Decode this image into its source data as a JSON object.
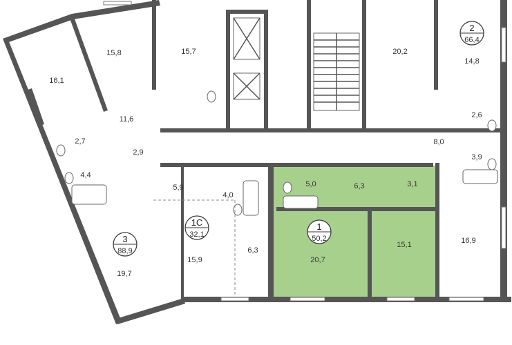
{
  "highlight_color": "#a8d08d",
  "apartments": [
    {
      "number": "2",
      "area": "66,4"
    },
    {
      "number": "3",
      "area": "88,9"
    },
    {
      "number": "1C",
      "area": "32,1"
    },
    {
      "number": "1",
      "area": "50,2"
    }
  ],
  "rooms": {
    "r161": "16,1",
    "r158": "15,8",
    "r157": "15,7",
    "r202": "20,2",
    "r148": "14,8",
    "r116": "11,6",
    "r27": "2,7",
    "r29": "2,9",
    "r44": "4,4",
    "r26": "2,6",
    "r80": "8,0",
    "r39": "3,9",
    "r59": "5,9",
    "r40": "4,0",
    "r50": "5,0",
    "r63a": "6,3",
    "r31": "3,1",
    "r169": "16,9",
    "r197": "19,7",
    "r159": "15,9",
    "r63b": "6,3",
    "r207": "20,7",
    "r151": "15,1"
  }
}
